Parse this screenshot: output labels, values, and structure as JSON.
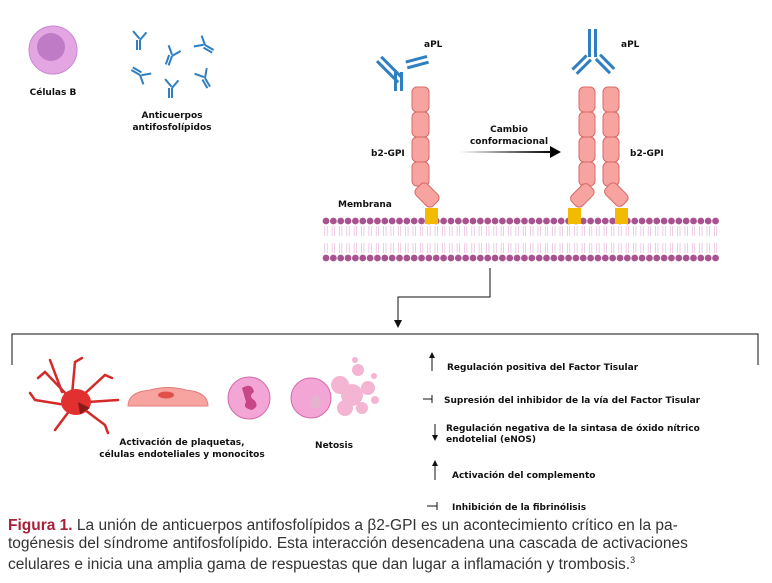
{
  "colors": {
    "antibody": "#2f7fc1",
    "b2gpi_fill": "#f7a3a0",
    "b2gpi_stroke": "#d96a68",
    "anchor": "#f2bb00",
    "membrane": "#a8538f",
    "caption_accent": "#a8203a"
  },
  "top_left": {
    "b_cells_label": "Células B",
    "antibodies_label_1": "Anticuerpos",
    "antibodies_label_2": "antifosfolípidos"
  },
  "mechanism": {
    "apl_left": "aPL",
    "apl_right": "aPL",
    "b2gpi_left": "b2-GPI",
    "b2gpi_right": "b2-GPI",
    "membrane_label": "Membrana",
    "change_label_1": "Cambio",
    "change_label_2": "conformacional"
  },
  "effects": {
    "cells_label_1": "Activación de plaquetas,",
    "cells_label_2": "células endoteliales y monocitos",
    "netosis_label": "Netosis",
    "items": [
      {
        "icon": "up-arrow",
        "text": "Regulación positiva del Factor Tisular"
      },
      {
        "icon": "inhibit",
        "text": "Supresión del inhibidor de la vía del Factor Tisular"
      },
      {
        "icon": "down-arrow",
        "text": "Regulación negativa de la sintasa de óxido nítrico",
        "text2": "endotelial (eNOS)"
      },
      {
        "icon": "up-arrow",
        "text": "Activación del complemento"
      },
      {
        "icon": "inhibit",
        "text": "Inhibición de la fibrinólisis"
      }
    ]
  },
  "caption": {
    "figure_label": "Figura 1.",
    "line1": " La unión de anticuerpos antifosfolípidos a β2-GPI es un acontecimiento crítico en la pa-",
    "line2": "togénesis del síndrome antifosfolípido. Esta interacción desencadena una cascada de activaciones",
    "line3": "celulares e inicia una amplia gama de respuestas que dan lugar a inflamación y trombosis.",
    "reference": "3"
  }
}
